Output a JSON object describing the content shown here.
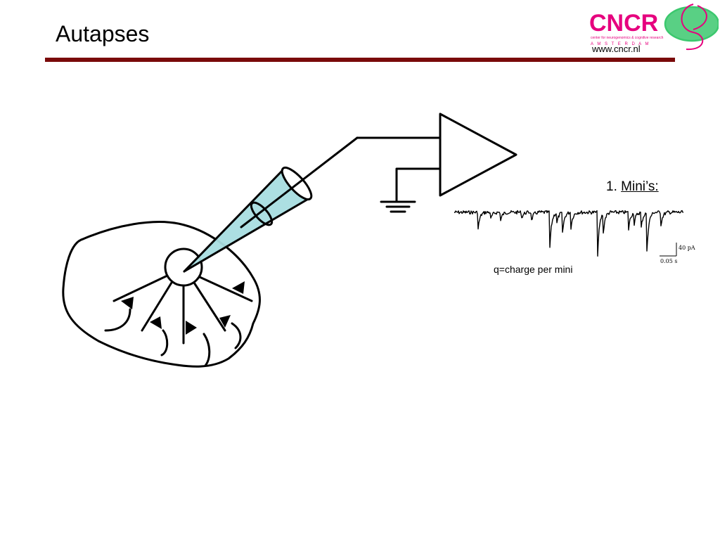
{
  "slide": {
    "title": "Autapses"
  },
  "logo": {
    "wordmark": "CNCR",
    "tagline": "center for neurogenomics & cognitive research",
    "city": "A M S T E R D A M",
    "url": "www.cncr.nl",
    "colors": {
      "pink": "#e6007e",
      "green": "#3cc86e"
    }
  },
  "diagram": {
    "list_number": "1.",
    "mini_label": "Mini’s:",
    "charge_label": "q=charge per mini",
    "scale_current": "40 pA",
    "scale_time": "0.05 s",
    "pipette_color": "#a8dde0",
    "rule_color": "#7a0a0a"
  }
}
